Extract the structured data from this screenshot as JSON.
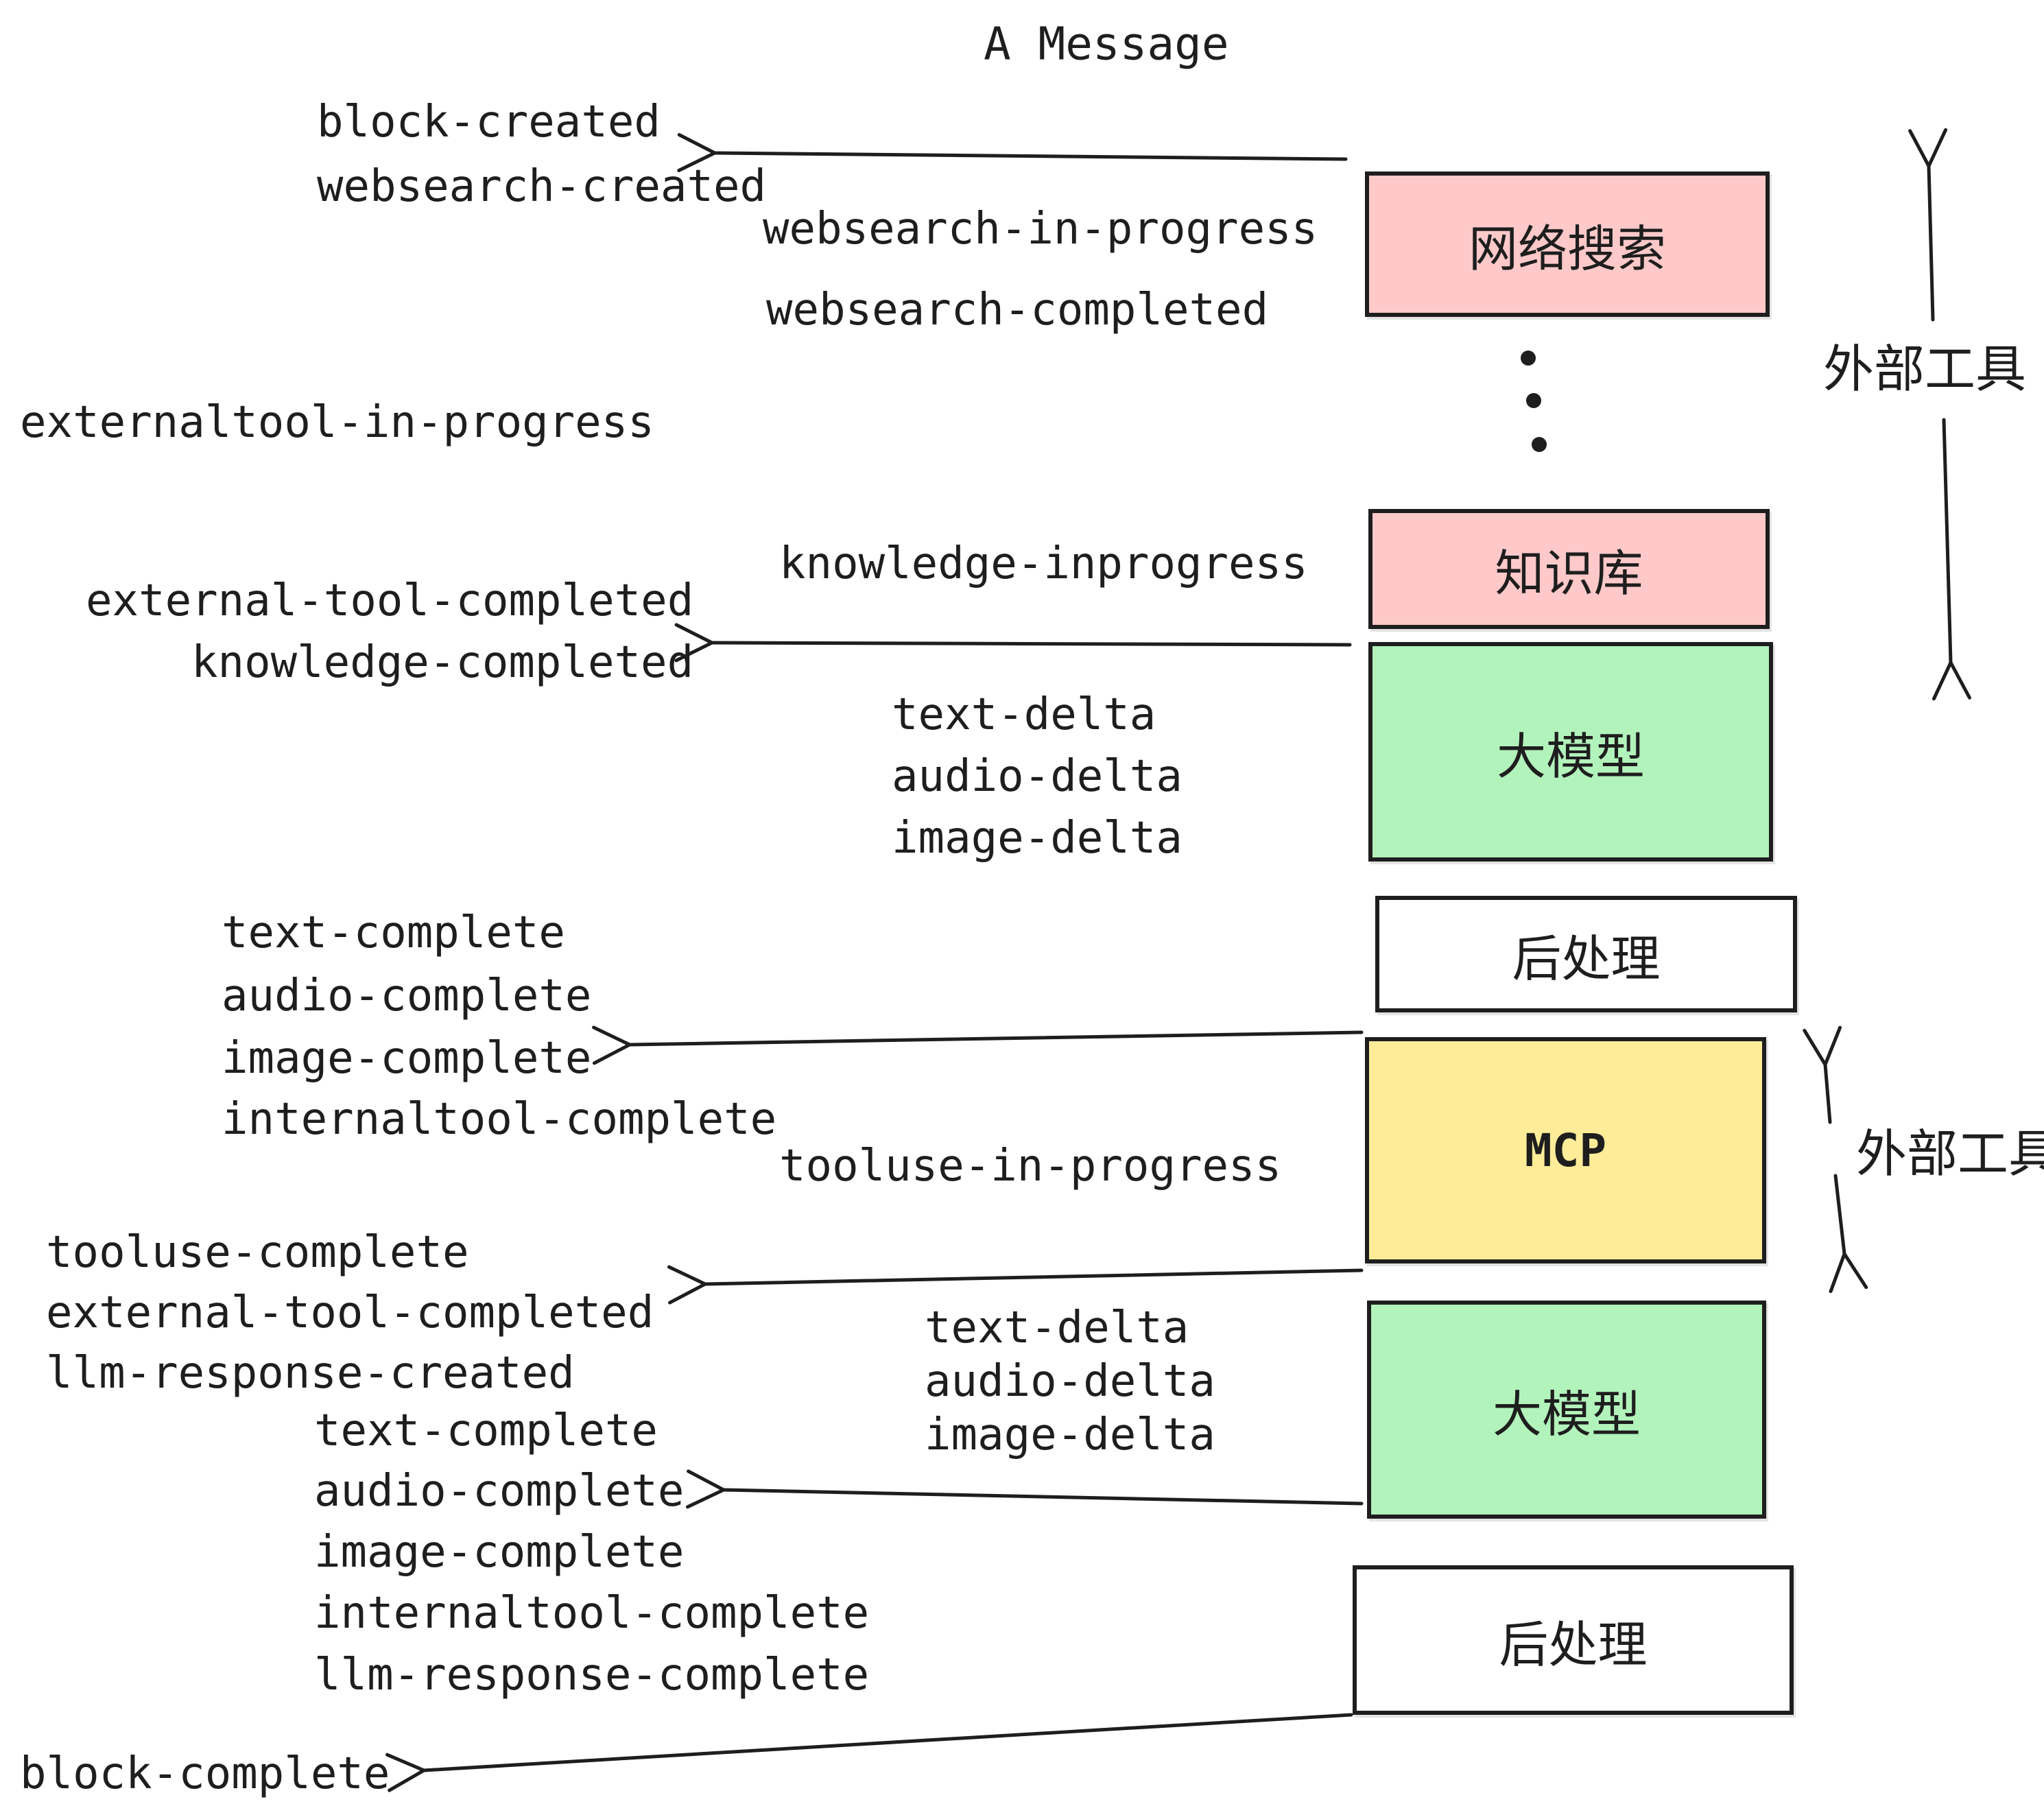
{
  "title": "A Message",
  "events": {
    "block_created": "block-created",
    "websearch_created": "websearch-created",
    "websearch_in_progress": "websearch-in-progress",
    "websearch_completed": "websearch-completed",
    "externaltool_in_progress": "externaltool-in-progress",
    "knowledge_inprogress": "knowledge-inprogress",
    "external_tool_completed": "external-tool-completed",
    "knowledge_completed": "knowledge-completed",
    "text_delta": "text-delta",
    "audio_delta": "audio-delta",
    "image_delta": "image-delta",
    "text_complete": "text-complete",
    "audio_complete": "audio-complete",
    "image_complete": "image-complete",
    "internaltool_complete": "internaltool-complete",
    "tooluse_in_progress": "tooluse-in-progress",
    "tooluse_complete": "tooluse-complete",
    "llm_response_created": "llm-response-created",
    "llm_response_complete": "llm-response-complete",
    "block_complete": "block-complete"
  },
  "boxes": {
    "web_search": {
      "label": "网络搜索",
      "fill": "#ffc9c9"
    },
    "knowledge_base": {
      "label": "知识库",
      "fill": "#ffc9c9"
    },
    "llm_1": {
      "label": "大模型",
      "fill": "#b2f2bb"
    },
    "post_process_1": {
      "label": "后处理",
      "fill": "#ffffff"
    },
    "mcp": {
      "label": "MCP",
      "fill": "#ffec99"
    },
    "llm_2": {
      "label": "大模型",
      "fill": "#b2f2bb"
    },
    "post_process_2": {
      "label": "后处理",
      "fill": "#ffffff"
    }
  },
  "annotations": {
    "external_tools_1": "外部工具",
    "external_tools_2": "外部工具"
  },
  "colors": {
    "stroke": "#1e1e1e",
    "pink": "#ffc9c9",
    "green": "#b2f2bb",
    "yellow": "#ffec99",
    "white": "#ffffff"
  }
}
